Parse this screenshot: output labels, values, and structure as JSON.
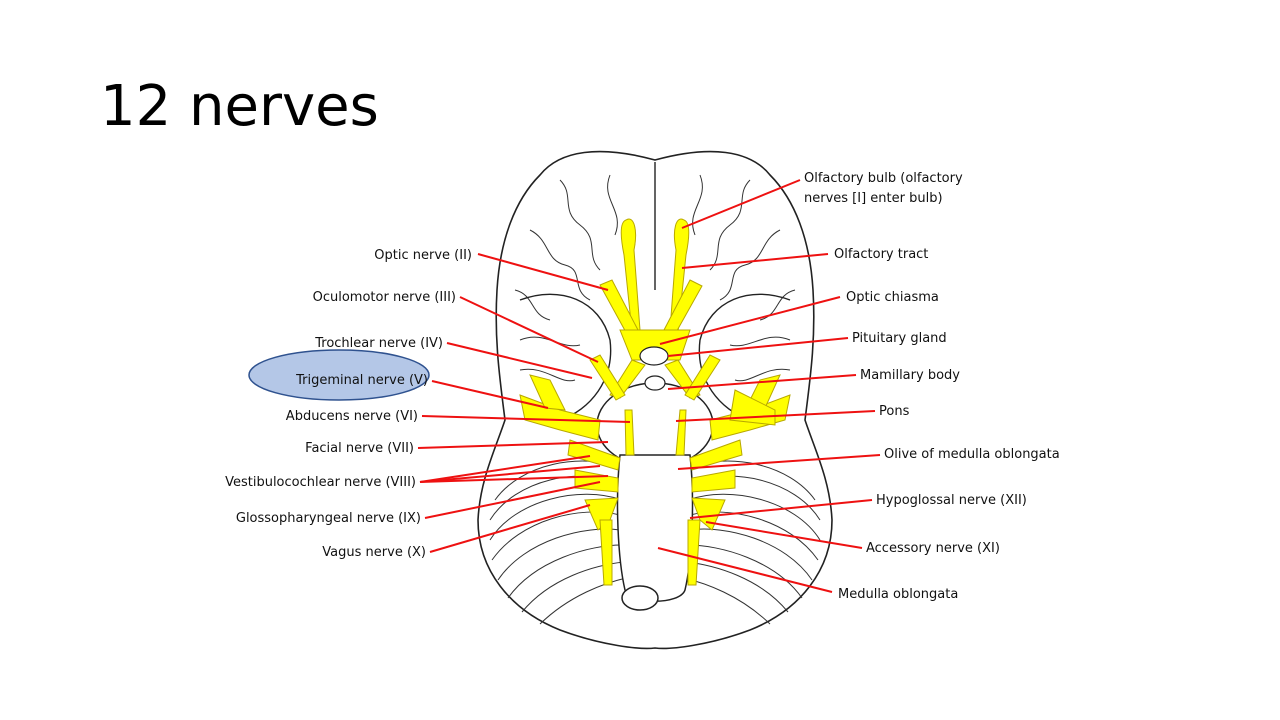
{
  "slide": {
    "title": "12 nerves"
  },
  "colors": {
    "nerve": "#ffff00",
    "nerve_outline": "#b8a800",
    "leader": "#ee1111",
    "highlight_fill": "#b4c7e7",
    "highlight_stroke": "#2f528f"
  },
  "labels_left": [
    "Optic nerve (II)",
    "Oculomotor nerve (III)",
    "Trochlear nerve (IV)",
    "Trigeminal nerve (V)",
    "Abducens nerve (VI)",
    "Facial nerve (VII)",
    "Vestibulocochlear nerve (VIII)",
    "Glossopharyngeal nerve (IX)",
    "Vagus nerve (X)"
  ],
  "labels_right": {
    "olfactory_bulb_line1": "Olfactory bulb (olfactory",
    "olfactory_bulb_line2": "nerves [I] enter bulb)",
    "olfactory_tract": "Olfactory tract",
    "optic_chiasma": "Optic chiasma",
    "pituitary_gland": "Pituitary gland",
    "mamillary_body": "Mamillary body",
    "pons": "Pons",
    "olive": "Olive of medulla oblongata",
    "hypoglossal": "Hypoglossal nerve (XII)",
    "accessory": "Accessory nerve (XI)",
    "medulla": "Medulla oblongata"
  },
  "highlight": "Trigeminal nerve (V)"
}
